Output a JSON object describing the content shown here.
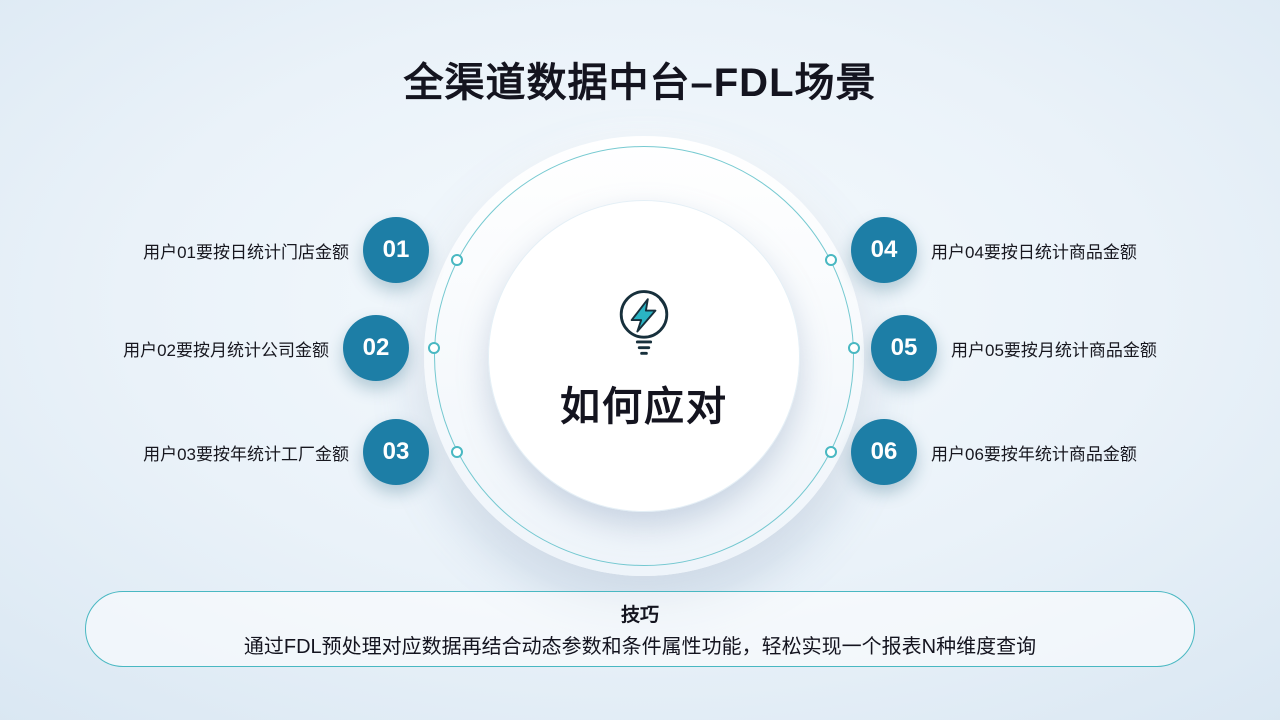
{
  "title": "全渠道数据中台–FDL场景",
  "center": {
    "label": "如何应对",
    "icon": "lightbulb-bolt-icon"
  },
  "left_items": [
    {
      "number": "01",
      "label": "用户01要按日统计门店金额"
    },
    {
      "number": "02",
      "label": "用户02要按月统计公司金额"
    },
    {
      "number": "03",
      "label": "用户03要按年统计工厂金额"
    }
  ],
  "right_items": [
    {
      "number": "04",
      "label": "用户04要按日统计商品金额"
    },
    {
      "number": "05",
      "label": "用户05要按月统计商品金额"
    },
    {
      "number": "06",
      "label": "用户06要按年统计商品金额"
    }
  ],
  "tip": {
    "heading": "技巧",
    "body": "通过FDL预处理对应数据再结合动态参数和条件属性功能，轻松实现一个报表N种维度查询"
  },
  "colors": {
    "accent_teal": "#1d7ea6",
    "ring_teal": "#49b8c2",
    "ink": "#14141f"
  }
}
